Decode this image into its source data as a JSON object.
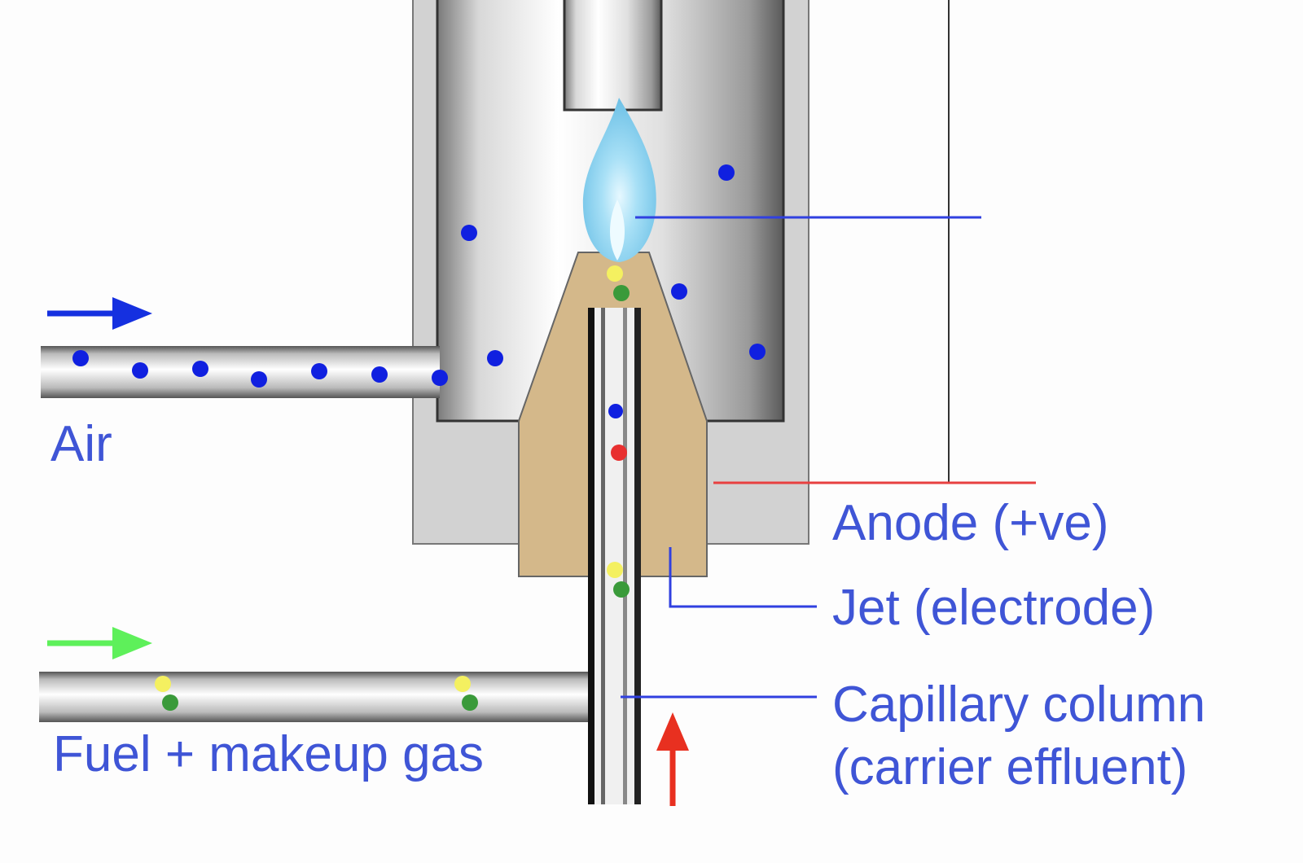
{
  "labels": {
    "air": "Air",
    "fuel": "Fuel + makeup gas",
    "anode": "Anode (+ve)",
    "jet": "Jet (electrode)",
    "capillary_line1": "Capillary column",
    "capillary_line2": "(carrier effluent)"
  },
  "colors": {
    "label": "#3f55d6",
    "air_dot": "#1020e0",
    "fuel_yellow": "#f4f060",
    "fuel_green": "#3a9a3a",
    "sample_red": "#e83030",
    "jet": "#d4b88a",
    "flame": "#8fd0ee",
    "air_arrow": "#1530e0",
    "fuel_arrow": "#5ef05a",
    "carrier_arrow": "#e83020",
    "anode_line": "#e84040"
  }
}
